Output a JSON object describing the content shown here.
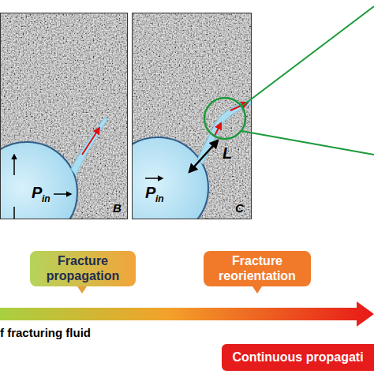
{
  "diagram": {
    "nodes": [
      {
        "text": [
          "Fracture propagation"
        ]
      },
      {
        "text": [
          "Fracture reorientation"
        ]
      },
      {
        "text": [
          "Continuous propagati"
        ]
      }
    ],
    "labels": [
      "P",
      "in",
      "B",
      "P",
      "in",
      "L",
      "C",
      "f fracturing fluid"
    ]
  }
}
